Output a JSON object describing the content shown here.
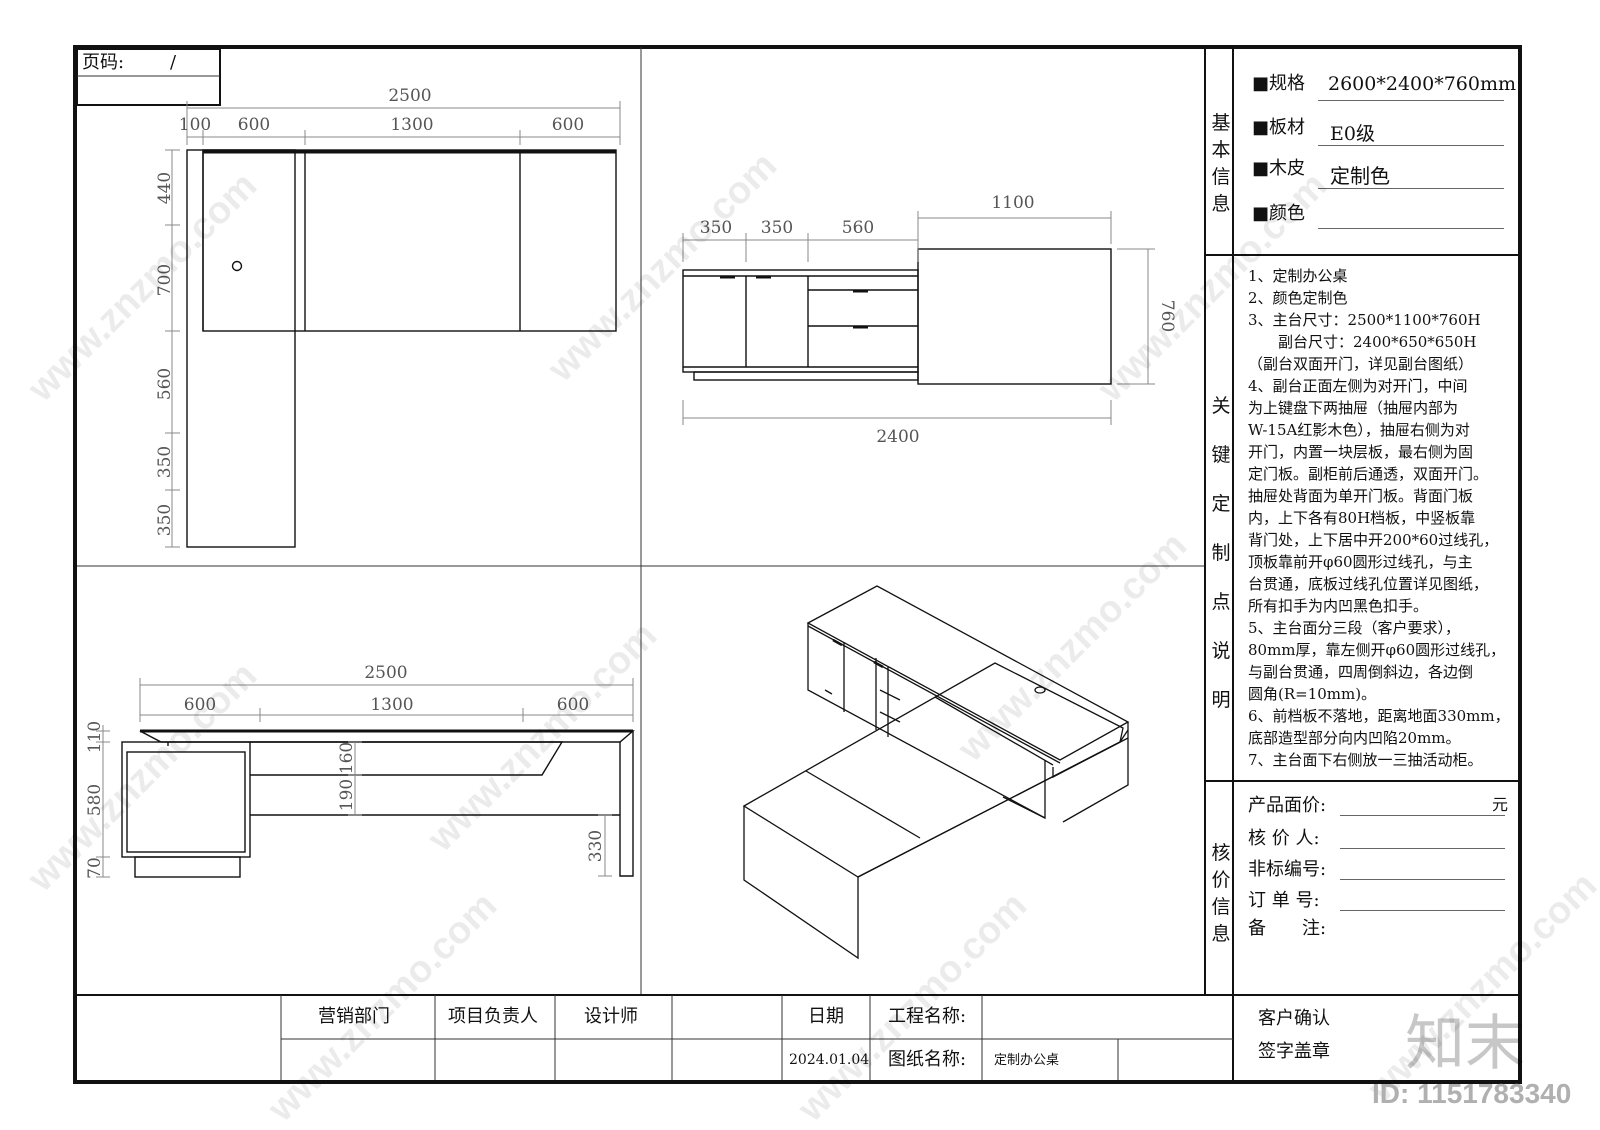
{
  "page_code": {
    "label": "页码:",
    "value": "/"
  },
  "views": {
    "top": {
      "total": "2500",
      "segments": [
        "100",
        "600",
        "1300",
        "600"
      ],
      "left_dims": [
        "440",
        "700",
        "560",
        "350",
        "350"
      ]
    },
    "front": {
      "width": "1100",
      "segments": [
        "350",
        "350",
        "560"
      ],
      "height": "760",
      "total": "2400"
    },
    "side": {
      "total": "2500",
      "segments": [
        "600",
        "1300",
        "600"
      ],
      "left_dims": [
        "110",
        "580",
        "70"
      ],
      "inner_dims": [
        "160",
        "190",
        "330"
      ]
    }
  },
  "basic_info": {
    "section_title": "基本信息",
    "rows": [
      {
        "label": "■规格",
        "value": "2600*2400*760mm"
      },
      {
        "label": "■板材",
        "value": "E0级"
      },
      {
        "label": "■木皮",
        "value": "定制色"
      },
      {
        "label": "■颜色",
        "value": ""
      }
    ]
  },
  "key_points": {
    "section_title": "关键定制点说明",
    "lines": [
      "1、定制办公桌",
      "2、颜色定制色",
      "3、主台尺寸：2500*1100*760H",
      "　　副台尺寸：2400*650*650H",
      "（副台双面开门，详见副台图纸）",
      "4、副台正面左侧为对开门，中间",
      "为上键盘下两抽屉（抽屉内部为",
      "W-15A红影木色），抽屉右侧为对",
      "开门，内置一块层板，最右侧为固",
      "定门板。副柜前后通透，双面开门。",
      "抽屉处背面为单开门板。背面门板",
      "内，上下各有80H档板，中竖板靠",
      "背门处，上下居中开200*60过线孔，",
      "顶板靠前开φ60圆形过线孔，与主",
      "台贯通，底板过线孔位置详见图纸，",
      "所有扣手为内凹黑色扣手。",
      "5、主台面分三段（客户要求），",
      "80mm厚，靠左侧开φ60圆形过线孔，",
      "与副台贯通，四周倒斜边，各边倒",
      "圆角(R=10mm)。",
      "6、前档板不落地，距离地面330mm，",
      "底部造型部分向内凹陷20mm。",
      "7、主台面下右侧放一三抽活动柜。"
    ]
  },
  "pricing": {
    "section_title": "核价信息",
    "rows": [
      {
        "label": "产品面价:",
        "suffix": "元"
      },
      {
        "label": "核 价 人:",
        "suffix": ""
      },
      {
        "label": "非标编号:",
        "suffix": ""
      },
      {
        "label": "订 单 号:",
        "suffix": ""
      },
      {
        "label": "备　　注:",
        "suffix": ""
      }
    ]
  },
  "title_block": {
    "marketing": "营销部门",
    "project_lead": "项目负责人",
    "designer": "设计师",
    "date_label": "日期",
    "date_value": "2024.01.04",
    "project_name_label": "工程名称:",
    "drawing_name_label": "图纸名称:",
    "drawing_name_value": "定制办公桌",
    "customer_confirm": "客户确认",
    "sign_seal": "签字盖章"
  },
  "watermark": {
    "text": "www.znzmo.com",
    "logo": "知末",
    "id": "ID: 1151783340"
  },
  "colors": {
    "line": "#111111",
    "dim": "#555555",
    "watermark": "#c8c8c8"
  }
}
